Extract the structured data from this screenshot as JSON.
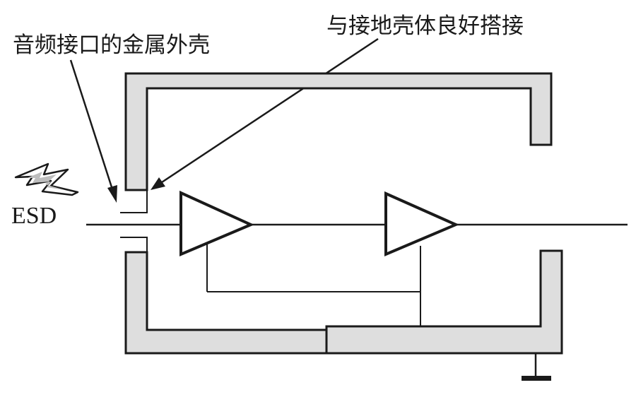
{
  "labels": {
    "shell_label": "音频接口的金属外壳",
    "ground_contact_label": "与接地壳体良好搭接",
    "esd_label": "ESD"
  },
  "colors": {
    "line": "#1a1a1a",
    "shell_fill": "#dedede",
    "background": "#ffffff"
  },
  "icons": {
    "esd_symbol": "lightning-bolt-icon",
    "amplifier_1": "triangle-buffer-icon",
    "amplifier_2": "triangle-buffer-icon",
    "ground_symbol": "ground-icon"
  }
}
